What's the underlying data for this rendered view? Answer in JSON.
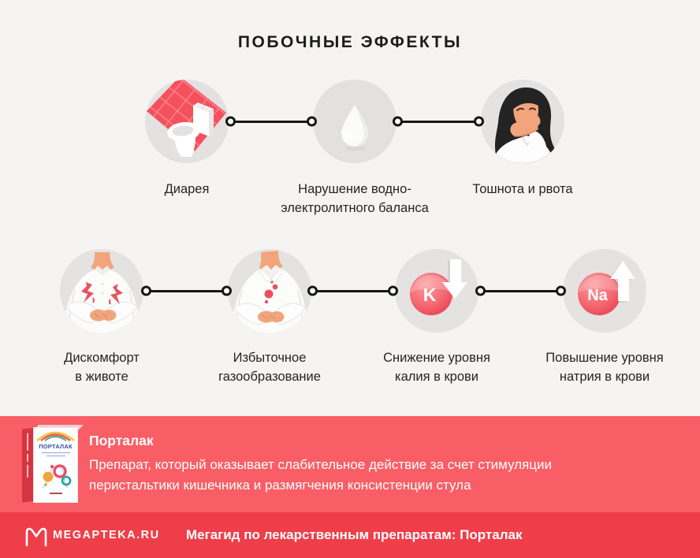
{
  "title": "ПОБОЧНЫЕ ЭФФЕКТЫ",
  "nodes": {
    "row1": [
      {
        "icon": "toilet-icon",
        "label_lines": [
          "Диарея"
        ]
      },
      {
        "icon": "water-drop-icon",
        "label_lines": [
          "Нарушение водно-",
          "электролитного баланса"
        ]
      },
      {
        "icon": "nausea-woman-icon",
        "label_lines": [
          "Тошнота и рвота"
        ]
      }
    ],
    "row2": [
      {
        "icon": "stomach-pain-icon",
        "label_lines": [
          "Дискомфорт",
          "в животе"
        ]
      },
      {
        "icon": "gas-person-icon",
        "label_lines": [
          "Избыточное",
          "газообразование"
        ]
      },
      {
        "icon": "potassium-down-icon",
        "element": "K",
        "label_lines": [
          "Снижение уровня",
          "калия в крови"
        ]
      },
      {
        "icon": "sodium-up-icon",
        "element": "Na",
        "label_lines": [
          "Повышение уровня",
          "натрия в крови"
        ]
      }
    ]
  },
  "banner": {
    "product_name": "Порталак",
    "description_lines": [
      "Препарат, который оказывает слабительное действие за счет стимуляции",
      "перистальтики кишечника и размягчения консистенции стула"
    ],
    "box_brand": "ПОРТАЛАК"
  },
  "footer": {
    "brand": "MEGAPTEKA.RU",
    "tagline": "Мегагид по лекарственным препаратам: Порталак"
  },
  "colors": {
    "background": "#f5f4f3",
    "circle_gray": "#e3e2e1",
    "accent_red": "#f4515d",
    "ball_red": "#ee4150",
    "banner_bg": "#f95e66",
    "footer_bg": "#ee3e4a",
    "text_dark": "#242424"
  }
}
